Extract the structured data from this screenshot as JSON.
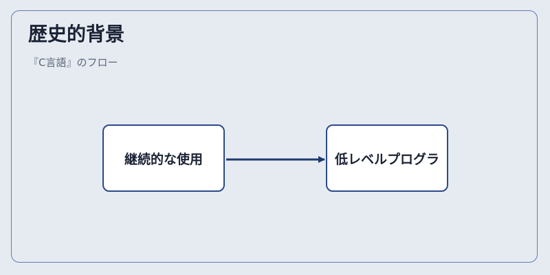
{
  "diagram": {
    "title": "歴史的背景",
    "subtitle": "『C言語』のフロー",
    "nodes": [
      {
        "label": "継続的な使用"
      },
      {
        "label": "低レベルプログラ"
      }
    ],
    "edges": [
      {
        "from": 0,
        "to": 1
      }
    ],
    "colors": {
      "background": "#e6ebf1",
      "border": "#5f7bb0",
      "node_border": "#2c4a8a",
      "arrow": "#1f3a6e",
      "text": "#1a2234"
    }
  }
}
